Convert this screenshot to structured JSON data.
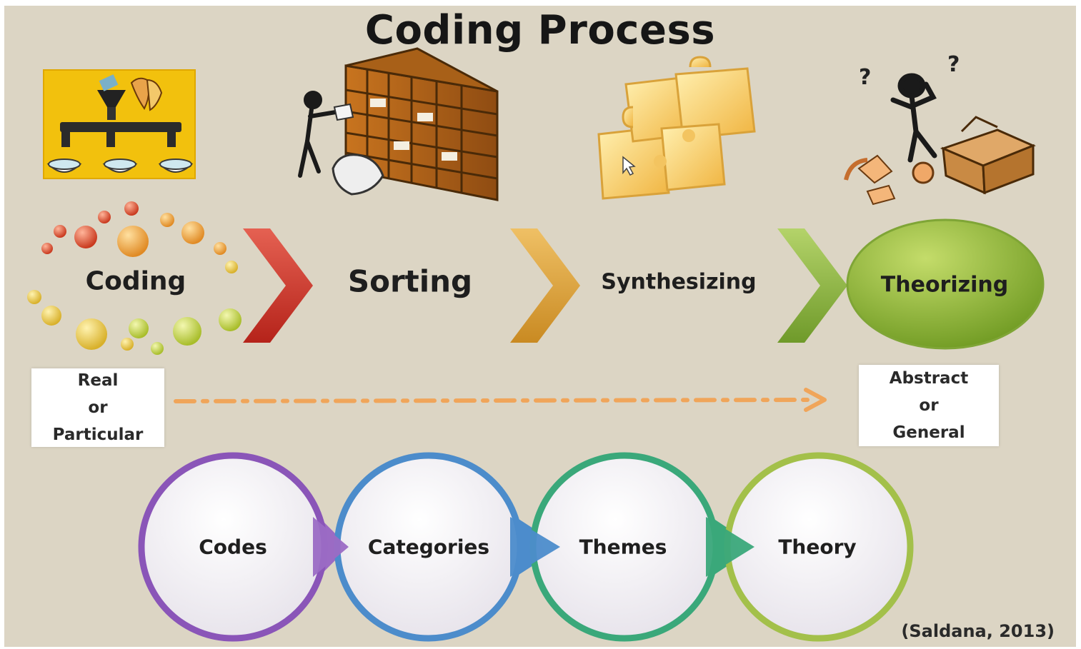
{
  "title": "Coding Process",
  "stages": [
    {
      "label": "Coding"
    },
    {
      "label": "Sorting"
    },
    {
      "label": "Synthesizing"
    },
    {
      "label": "Theorizing"
    }
  ],
  "continuum": {
    "start": [
      "Real",
      "or",
      "Particular"
    ],
    "end": [
      "Abstract",
      "or",
      "General"
    ]
  },
  "chain": [
    "Codes",
    "Categories",
    "Themes",
    "Theory"
  ],
  "citation": "(Saldana, 2013)",
  "colors": {
    "background": "#dcd5c4",
    "arrow1": "#d2392a",
    "arrow2": "#d9a33a",
    "arrow3": "#8cb43c",
    "theorizing_circle": "#8fb43a",
    "dash_arrow": "#f0a55a",
    "chain_ring1": "#8a55b8",
    "chain_ring2": "#4c8ccb",
    "chain_ring3": "#3aa87a",
    "chain_ring4": "#a3c04a"
  },
  "icons": [
    "machine-icon",
    "filing-shelf-icon",
    "puzzle-icon",
    "thinking-figure-icon"
  ]
}
